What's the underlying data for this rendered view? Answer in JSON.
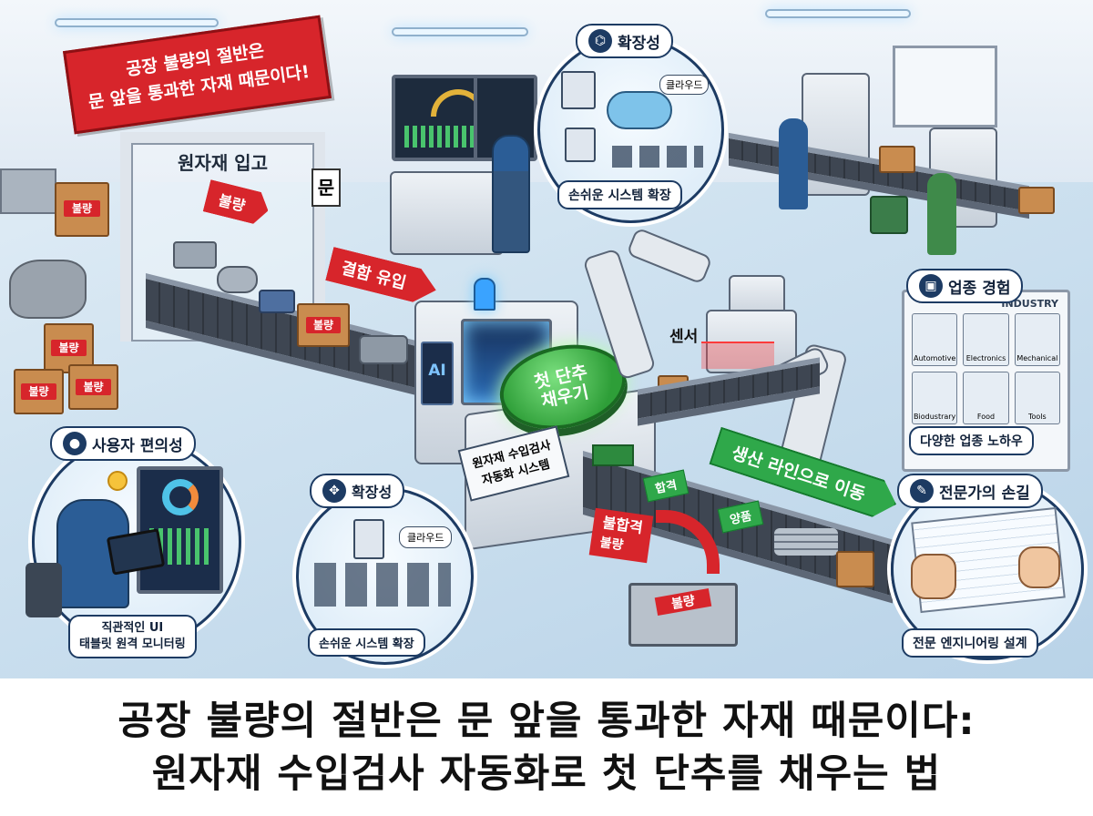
{
  "banner_top": {
    "line1": "공장 불량의 절반은",
    "line2": "문 앞을 통과한 자재 때문이다!"
  },
  "gate": {
    "title": "원자재 입고",
    "door_sign": "문"
  },
  "arrows": {
    "defect_arrow": "불량",
    "defect_inflow": "결함 유입",
    "to_production": "생산 라인으로 이동"
  },
  "crate_labels": [
    "불량",
    "불량",
    "불량",
    "불량",
    "불량"
  ],
  "machine": {
    "ai_label": "AI",
    "button_line1": "첫 단추",
    "button_line2": "채우기",
    "system_line1": "원자재 수입검사",
    "system_line2": "자동화 시스템",
    "sensor_label": "센서"
  },
  "reject": {
    "fail_label": "불합격",
    "defect_label": "불량",
    "bin_label": "불량"
  },
  "pass_tags": {
    "pass": "합격",
    "good": "양품"
  },
  "scalability_top": {
    "title": "확장성",
    "cloud": "클라우드",
    "caption": "손쉬운 시스템 확장"
  },
  "scalability_bottom": {
    "title": "확장성",
    "cloud": "클라우드",
    "caption": "손쉬운 시스템 확장"
  },
  "usability": {
    "title": "사용자 편의성",
    "caption_line1": "직관적인 UI",
    "caption_line2": "태블릿 원격 모니터링"
  },
  "industry": {
    "title": "업종 경험",
    "board_header": "INDUSTRY",
    "items": [
      "Automotive",
      "Electronics",
      "Mechanical",
      "Biodustrary",
      "Food",
      "Tools"
    ],
    "caption": "다양한 업종 노하우"
  },
  "expert": {
    "title": "전문가의 손길",
    "caption": "전문 엔지니어링 설계"
  },
  "footer": {
    "line1": "공장 불량의 절반은 문 앞을 통과한 자재 때문이다:",
    "line2": "원자재 수입검사 자동화로 첫 단추를 채우는 법"
  },
  "colors": {
    "brand_red": "#d7252b",
    "navy": "#1d3b63",
    "pass_green": "#2fa84a",
    "ai_button_green": "#3cb043"
  },
  "icons": [
    "user-icon",
    "network-icon",
    "expand-icon",
    "briefcase-icon",
    "wrench-icon",
    "cloud-icon",
    "server-icon",
    "smiley-icon"
  ]
}
